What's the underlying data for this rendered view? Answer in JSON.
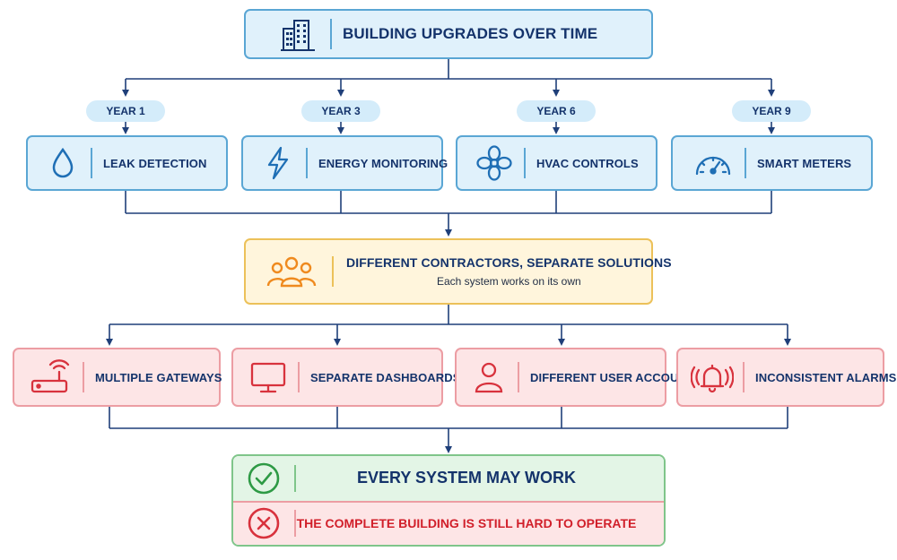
{
  "title": "BUILDING UPGRADES OVER TIME",
  "upgrades": [
    {
      "year": "YEAR 1",
      "label": "LEAK DETECTION",
      "icon": "water-drop-icon"
    },
    {
      "year": "YEAR 3",
      "label": "ENERGY MONITORING",
      "icon": "lightning-bolt-icon"
    },
    {
      "year": "YEAR 6",
      "label": "HVAC CONTROLS",
      "icon": "fan-icon"
    },
    {
      "year": "YEAR 9",
      "label": "SMART METERS",
      "icon": "gauge-icon"
    }
  ],
  "contractors": {
    "title": "DIFFERENT CONTRACTORS, SEPARATE SOLUTIONS",
    "subtitle": "Each system works on its own",
    "icon": "people-group-icon"
  },
  "problems": [
    {
      "label": "MULTIPLE GATEWAYS",
      "icon": "router-icon"
    },
    {
      "label": "SEPARATE DASHBOARDS",
      "icon": "monitor-icon"
    },
    {
      "label": "DIFFERENT USER ACCOUNTS",
      "icon": "user-icon"
    },
    {
      "label": "INCONSISTENT ALARMS",
      "icon": "alarm-bell-icon"
    }
  ],
  "outcome": {
    "positive": {
      "label": "EVERY SYSTEM MAY WORK",
      "icon": "check-circle-icon"
    },
    "negative": {
      "label": "THE COMPLETE BUILDING IS STILL HARD TO OPERATE",
      "icon": "x-circle-icon"
    }
  },
  "colors": {
    "navy": "#14336b",
    "blue_border": "#5aa6d4",
    "blue_fill": "#e0f1fb",
    "icon_blue": "#1f6fb5",
    "yellow_border": "#ecc159",
    "yellow_fill": "#fff5dc",
    "orange_icon": "#ef8a1e",
    "red_border": "#ec9da3",
    "red_fill": "#fde5e6",
    "red_icon": "#d8323d",
    "green": "#2e9a45"
  }
}
